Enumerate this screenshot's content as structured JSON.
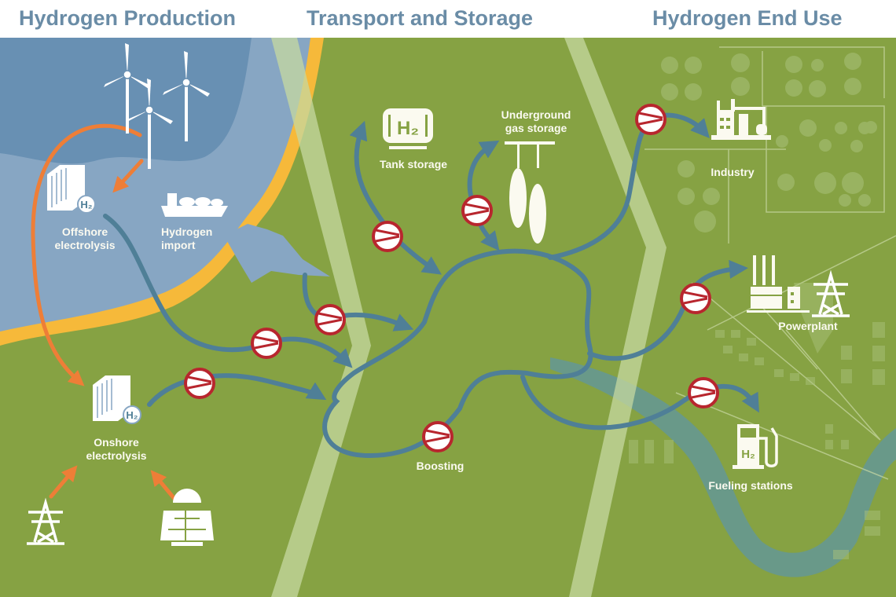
{
  "header": {
    "sections": [
      {
        "label": "Hydrogen Production"
      },
      {
        "label": "Transport and Storage"
      },
      {
        "label": "Hydrogen End Use"
      }
    ]
  },
  "production": {
    "offshore_line1": "Offshore",
    "offshore_line2": "electrolysis",
    "import_line1": "Hydrogen",
    "import_line2": "import",
    "onshore_line1": "Onshore",
    "onshore_line2": "electrolysis",
    "sources": [
      "wind-turbines",
      "power-grid-pylon",
      "solar-panel"
    ]
  },
  "transport": {
    "tank_storage": "Tank storage",
    "tank_symbol": "H2",
    "underground_line1": "Underground",
    "underground_line2": "gas storage",
    "boosting": "Boosting"
  },
  "end_use": {
    "industry": "Industry",
    "powerplant": "Powerplant",
    "fueling": "Fueling stations"
  },
  "colors": {
    "sea_dark": "#6890b3",
    "sea_light": "#87a6c3",
    "coast": "#f6b93a",
    "land": "#86a243",
    "pipeline": "#4f7f97",
    "energy_arrow": "#ee7e37",
    "compressor_ring": "#b8262e",
    "title": "#6a8ca6"
  }
}
